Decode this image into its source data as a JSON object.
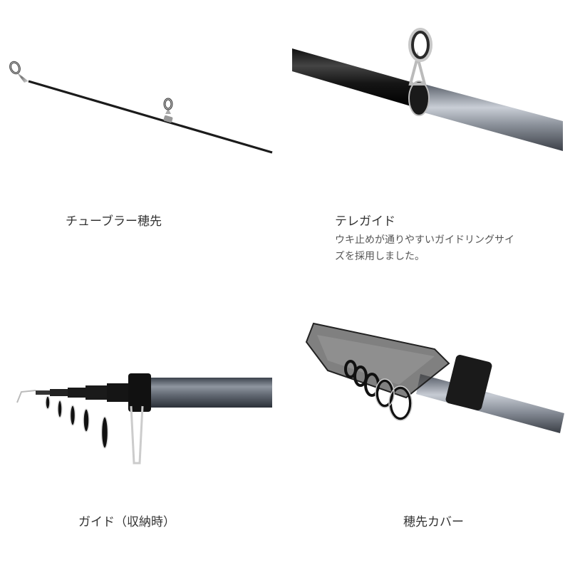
{
  "features": [
    {
      "title": "チューブラー穂先",
      "description": "",
      "image": "tubular-tip-rod-image"
    },
    {
      "title": "テレガイド",
      "description_lines": [
        "ウキ止めが通りやすいガイドリングサイ",
        "ズを採用しました。"
      ],
      "image": "tele-guide-image"
    },
    {
      "title": "ガイド（収納時）",
      "description": "",
      "image": "guide-stowed-image"
    },
    {
      "title": "穂先カバー",
      "description": "",
      "image": "tip-cover-image"
    }
  ],
  "colors": {
    "background": "#ffffff",
    "text": "#333333",
    "rod_black": "#1a1a1a",
    "rod_silver": "#8a9099"
  }
}
